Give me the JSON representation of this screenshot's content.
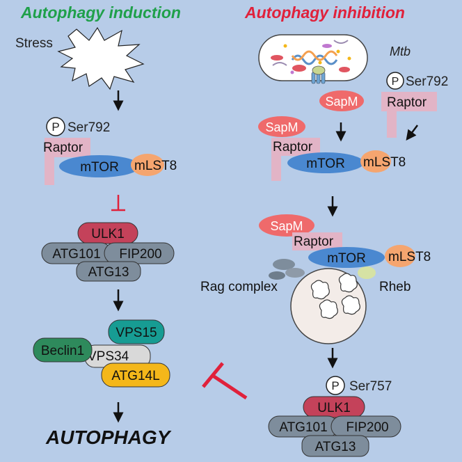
{
  "header": {
    "left_title": "Autophagy induction",
    "right_title": "Autophagy inhibition"
  },
  "left": {
    "stress_label": "Stress",
    "phospho_symbol": "P",
    "phospho_site": "Ser792",
    "raptor": "Raptor",
    "mtor": "mTOR",
    "mlst8": "mLST8",
    "ulk1": "ULK1",
    "atg101": "ATG101",
    "fip200": "FIP200",
    "atg13": "ATG13",
    "vps15": "VPS15",
    "beclin1": "Beclin1",
    "vps34": "VPS34",
    "atg14l": "ATG14L",
    "autophagy": "AUTOPHAGY"
  },
  "right": {
    "mtb_label": "Mtb",
    "sapm": "SapM",
    "phospho_symbol": "P",
    "phospho_site": "Ser792",
    "raptor": "Raptor",
    "mtor": "mTOR",
    "mlst8": "mLST8",
    "rag_complex": "Rag complex",
    "rheb": "Rheb",
    "phospho_site_2": "Ser757",
    "ulk1": "ULK1",
    "atg101": "ATG101",
    "fip200": "FIP200",
    "atg13": "ATG13"
  },
  "colors": {
    "background": "#b7cce8",
    "induction_green": "#1fa04a",
    "inhibition_red": "#e0213b",
    "raptor_pink": "#e2b4c6",
    "mtor_blue": "#4a88d0",
    "mlst8_orange": "#f5a56f",
    "ulk1_red": "#c4425a",
    "atg_gray": "#7e8d9c",
    "vps15_teal": "#179c93",
    "beclin_green": "#2e8a5c",
    "atg14l_yellow": "#f4b71a",
    "sapm_red": "#ef6a6b"
  }
}
